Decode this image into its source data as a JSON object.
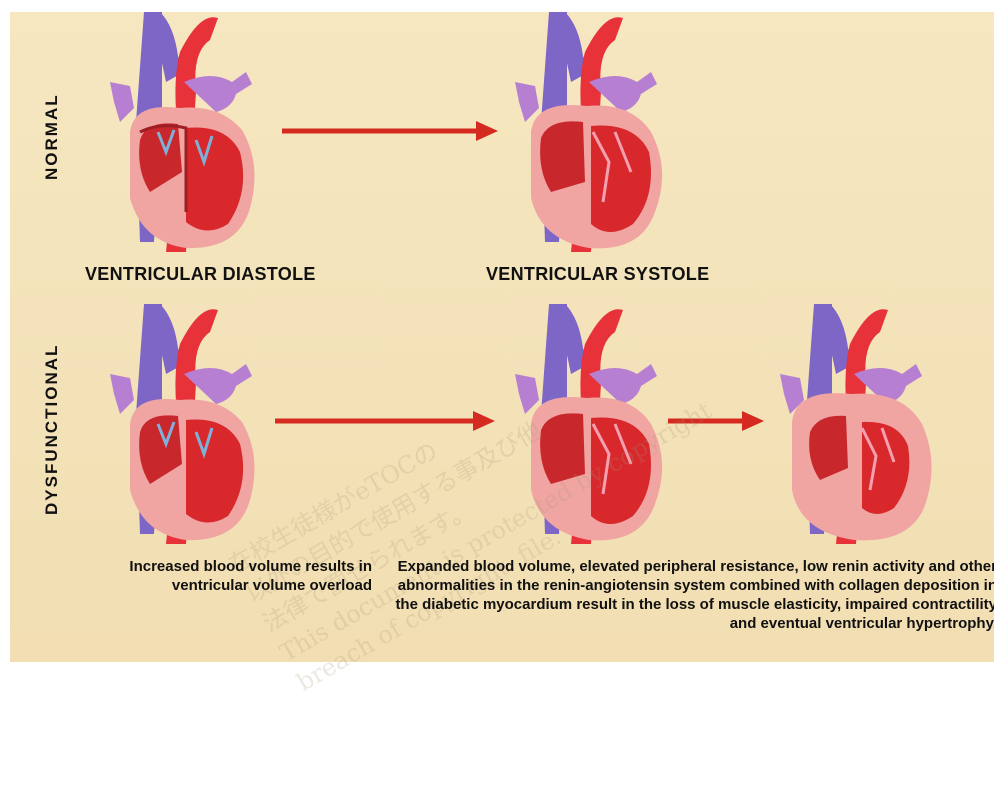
{
  "rows": {
    "normal": "NORMAL",
    "dysfunctional": "DYSFUNCTIONAL"
  },
  "stages": {
    "diastole": "VENTRICULAR DIASTOLE",
    "systole": "VENTRICULAR SYSTOLE"
  },
  "captions": {
    "left": "Increased blood volume results in ventricular volume overload",
    "right": "Expanded blood volume, elevated peripheral resistance, low renin activity and other abnormalities in the renin-angiotensin system combined with collagen deposition in the diabetic myocardium result in the loss of muscle elasticity, impaired contractility and eventual ventricular hypertrophy."
  },
  "watermark": [
    "在校生徒様がeTOCの",
    "以外の目的で使用する事及び他",
    "法律で罰せられます。",
    "This document is protected by copyright",
    "breach of copyright. file."
  ],
  "colors": {
    "background": "#f3e2b8",
    "arrow": "#d42a20",
    "vein": "#7e66c6",
    "aorta": "#e8323a",
    "pulmonary": "#b77fd2",
    "myocardium": "#f0a5a3",
    "chamber": "#d8282c"
  }
}
